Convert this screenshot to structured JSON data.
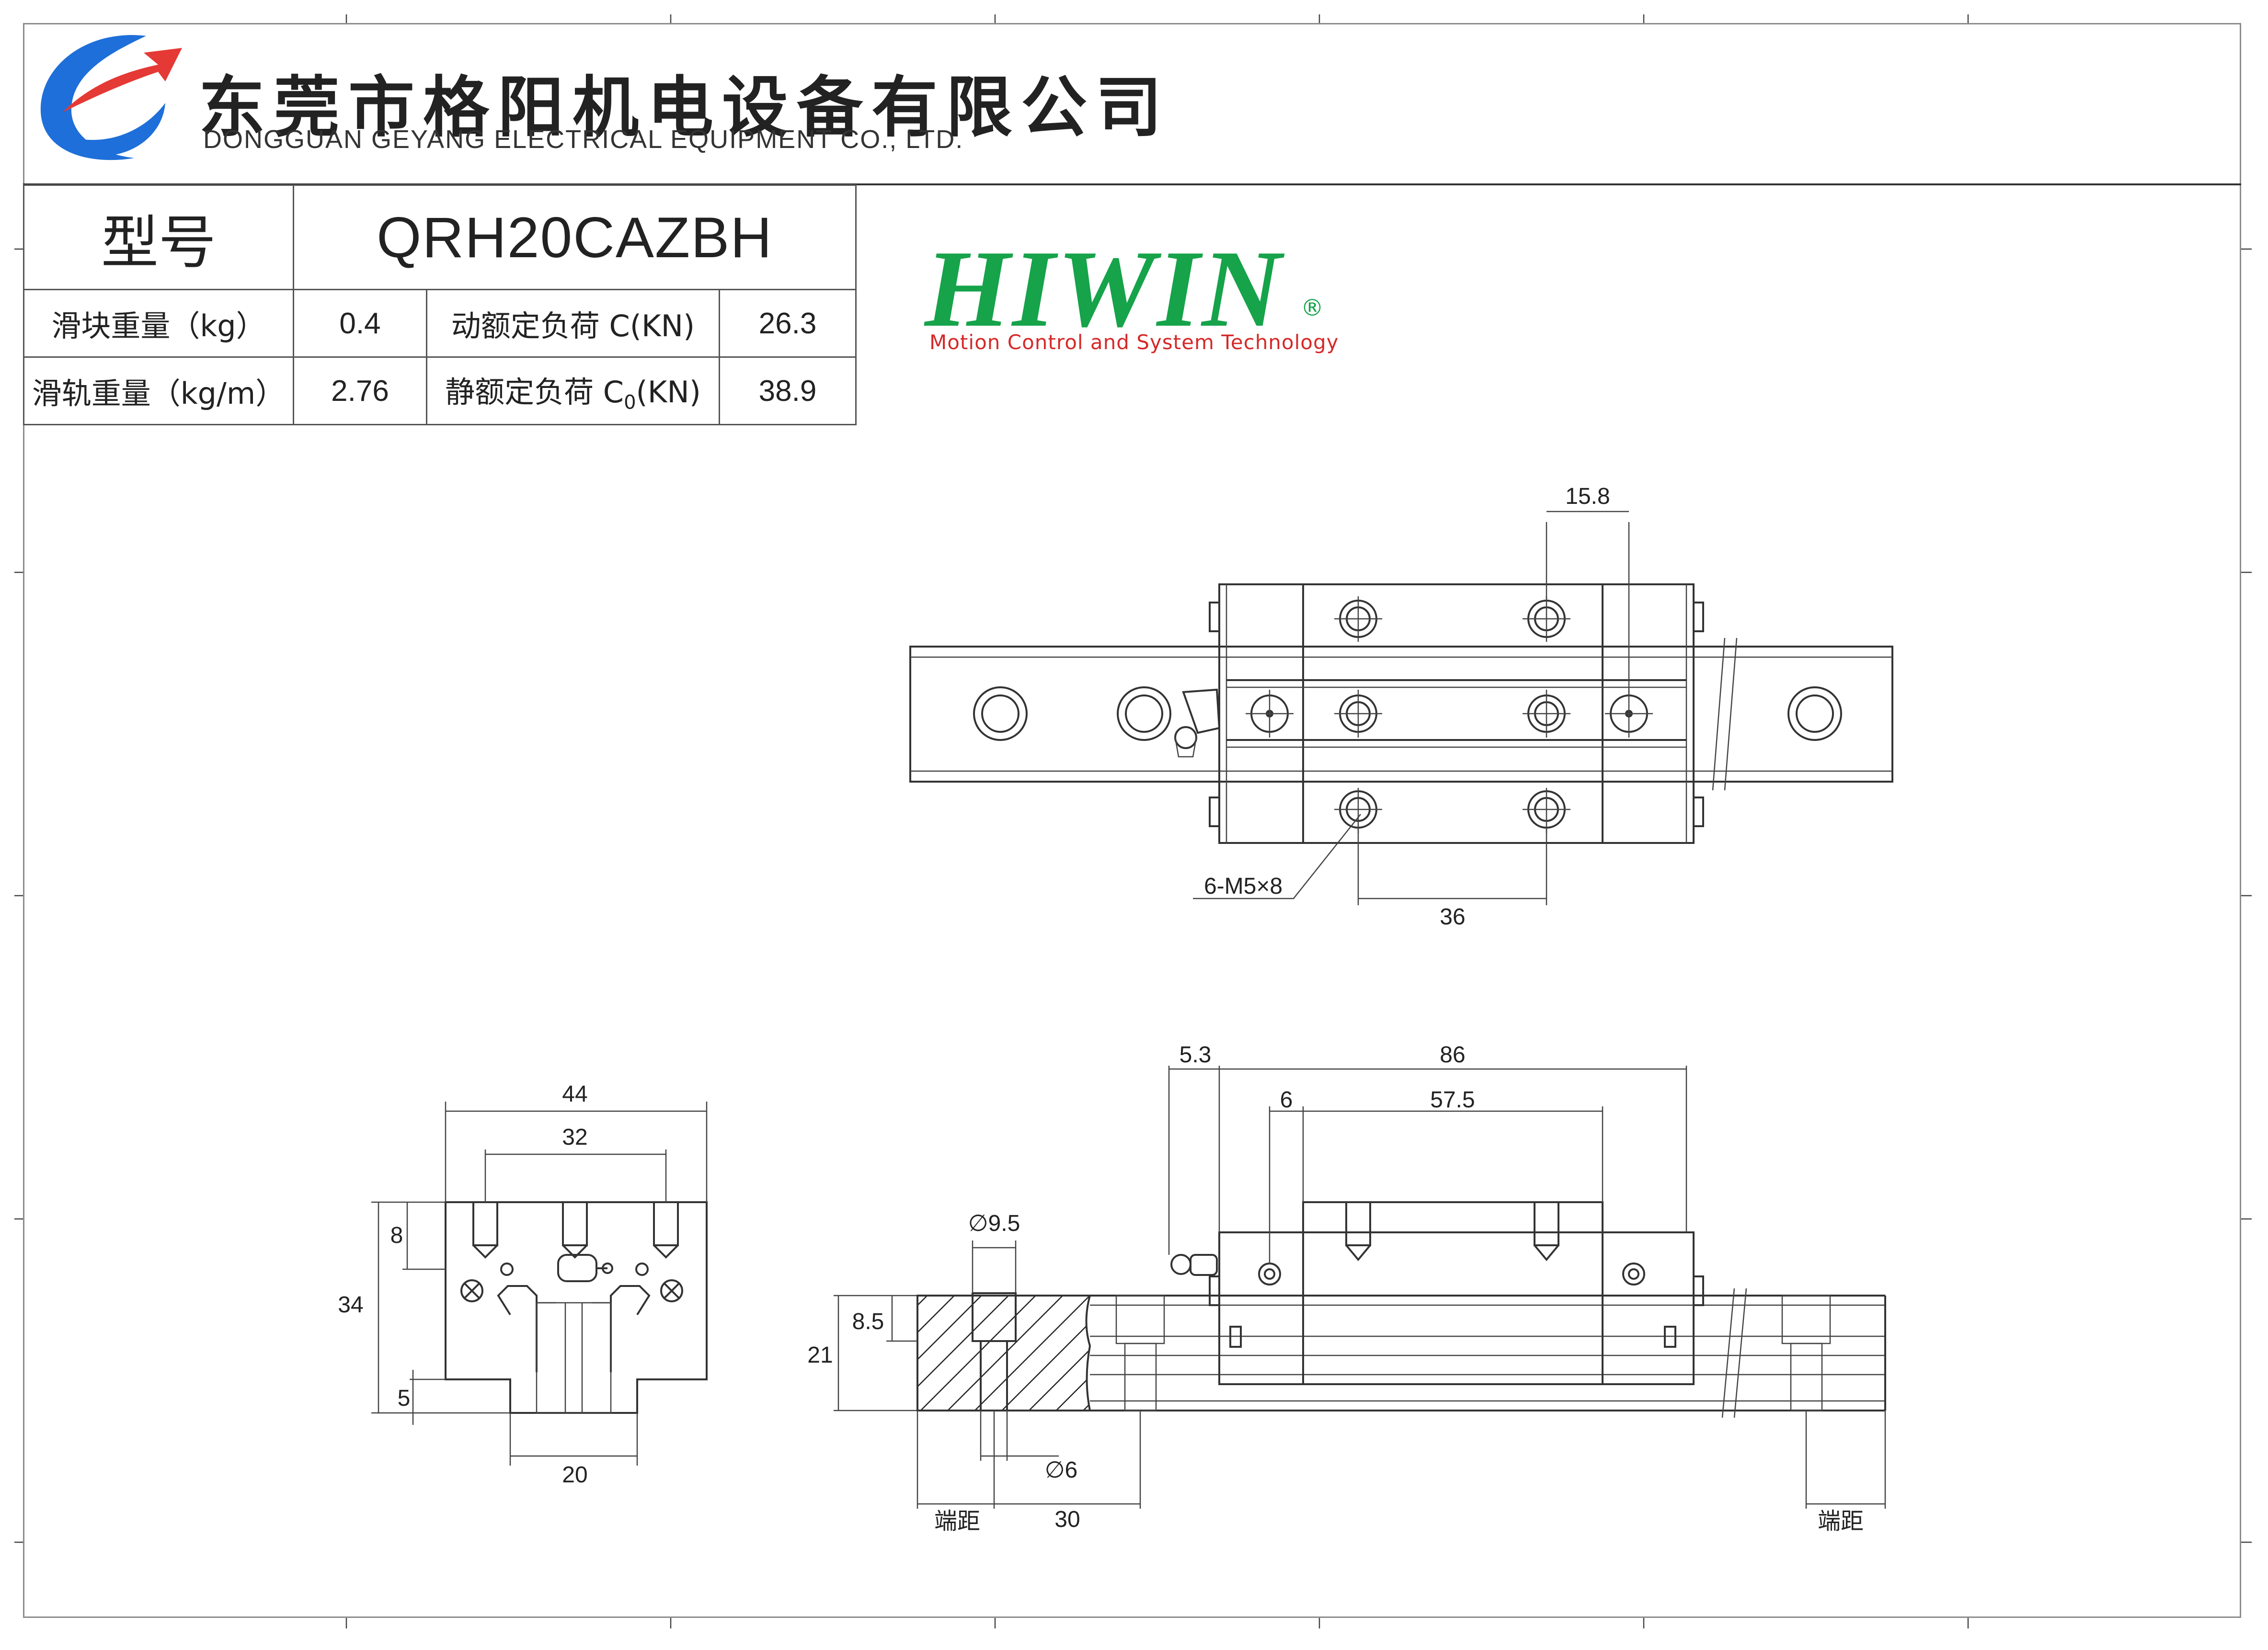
{
  "header": {
    "company_cn": "东莞市格阳机电设备有限公司",
    "company_en": "DONGGUAN GEYANG ELECTRICAL EQUIPMENT CO., LTD.",
    "logo_icon": "geyang-swoosh-logo-icon",
    "colors": {
      "logo_blue": "#1e6fd9",
      "logo_red": "#e53935"
    }
  },
  "brand": {
    "name": "HIWIN",
    "registered": "®",
    "tagline": "Motion Control and System Technology",
    "colors": {
      "name": "#16a34a",
      "tagline": "#d62828"
    }
  },
  "spec_table": {
    "model_label": "型号",
    "model_value": "QRH20CAZBH",
    "rows": [
      {
        "label": "滑块重量（kg）",
        "value": "0.4",
        "label2": "动额定负荷 C(KN)",
        "value2": "26.3"
      },
      {
        "label": "滑轨重量（kg/m）",
        "value": "2.76",
        "label2_prefix": "静额定负荷 C",
        "label2_sub": "0",
        "label2_suffix": "(KN)",
        "value2": "38.9"
      }
    ]
  },
  "top_view": {
    "dims": {
      "hole_pitch_top": "15.8",
      "bolt": "6-M5×8",
      "hole_pitch_bottom": "36"
    }
  },
  "end_view": {
    "dims": {
      "width": "44",
      "hole_span": "32",
      "height": "34",
      "top_offset": "8",
      "bottom_clearance": "5",
      "rail_width": "20"
    }
  },
  "side_view": {
    "dims": {
      "grease_offset": "5.3",
      "block_length": "86",
      "end_offset": "6",
      "body_length": "57.5",
      "counterbore": "∅9.5",
      "rail_height": "21",
      "counterbore_depth": "8.5",
      "bolt_hole": "∅6",
      "end_distance_left": "端距",
      "hole_pitch": "30",
      "end_distance_right": "端距"
    }
  }
}
